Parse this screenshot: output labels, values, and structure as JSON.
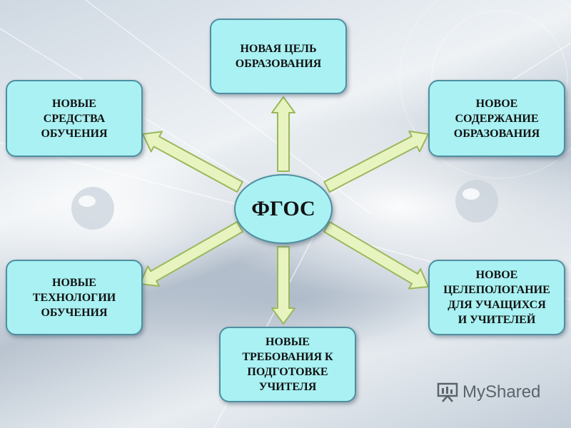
{
  "diagram": {
    "center": "ФГОС",
    "nodes": [
      {
        "id": "goal",
        "text": "НОВАЯ ЦЕЛЬ\nОБРАЗОВАНИЯ"
      },
      {
        "id": "tools",
        "text": "НОВЫЕ\nСРЕДСТВА\nОБУЧЕНИЯ"
      },
      {
        "id": "content",
        "text": "НОВОЕ\nСОДЕРЖАНИЕ\nОБРАЗОВАНИЯ"
      },
      {
        "id": "tech",
        "text": "НОВЫЕ\nТЕХНОЛОГИИ\nОБУЧЕНИЯ"
      },
      {
        "id": "goalset",
        "text": "НОВОЕ\nЦЕЛЕПОЛОГАНИЕ\nДЛЯ УЧАЩИХСЯ\nИ УЧИТЕЛЕЙ"
      },
      {
        "id": "req",
        "text": "НОВЫЕ\nТРЕБОВАНИЯ К\nПОДГОТОВКЕ\nУЧИТЕЛЯ"
      }
    ]
  },
  "colors": {
    "node_fill": "#a9f1f3",
    "node_border": "#4e8fa0",
    "arrow_fill": "#e8f4c0",
    "arrow_border": "#9bb85a"
  },
  "watermark": {
    "text": "MyShared",
    "icon": "presentation-board-icon"
  }
}
